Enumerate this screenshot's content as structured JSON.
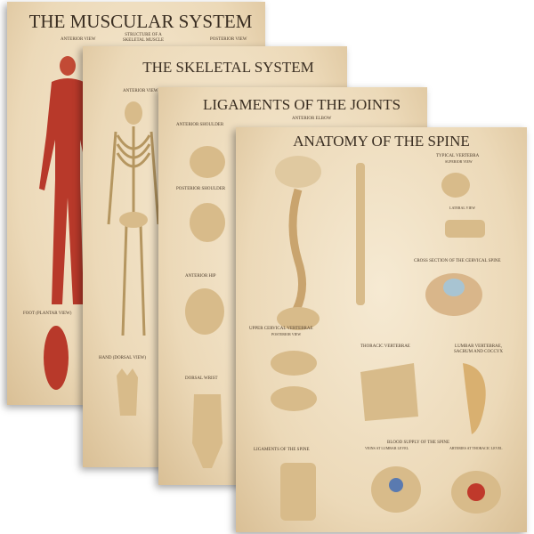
{
  "posters": [
    {
      "title": "THE MUSCULAR SYSTEM",
      "labels": [
        "ANTERIOR VIEW",
        "STRUCTURE OF A SKELETAL MUSCLE",
        "POSTERIOR VIEW",
        "FOOT (PLANTAR VIEW)"
      ]
    },
    {
      "title": "THE SKELETAL SYSTEM",
      "labels": [
        "ANTERIOR VIEW",
        "HAND (DORSAL VIEW)"
      ]
    },
    {
      "title": "LIGAMENTS OF THE JOINTS",
      "labels": [
        "ANTERIOR ELBOW",
        "ANTERIOR SHOULDER",
        "POSTERIOR SHOULDER",
        "ANTERIOR HIP",
        "DORSAL WRIST"
      ]
    },
    {
      "title": "ANATOMY OF THE SPINE",
      "labels": [
        "TYPICAL VERTEBRA",
        "SUPERIOR VIEW",
        "LATERAL VIEW",
        "CROSS SECTION OF THE CERVICAL SPINE",
        "UPPER CERVICAL VERTEBRAE",
        "POSTERIOR VIEW",
        "THORACIC VERTEBRAE",
        "LUMBAR VERTEBRAE, SACRUM AND COCCYX",
        "LIGAMENTS OF THE SPINE",
        "BLOOD SUPPLY OF THE SPINE",
        "VEINS AT LUMBAR LEVEL",
        "ARTERIES AT THORACIC LEVEL"
      ]
    }
  ],
  "colors": {
    "paper": "#ecd9b8",
    "muscle": "#b8392a",
    "bone": "#d8bb8a",
    "title": "#3a2e22"
  }
}
